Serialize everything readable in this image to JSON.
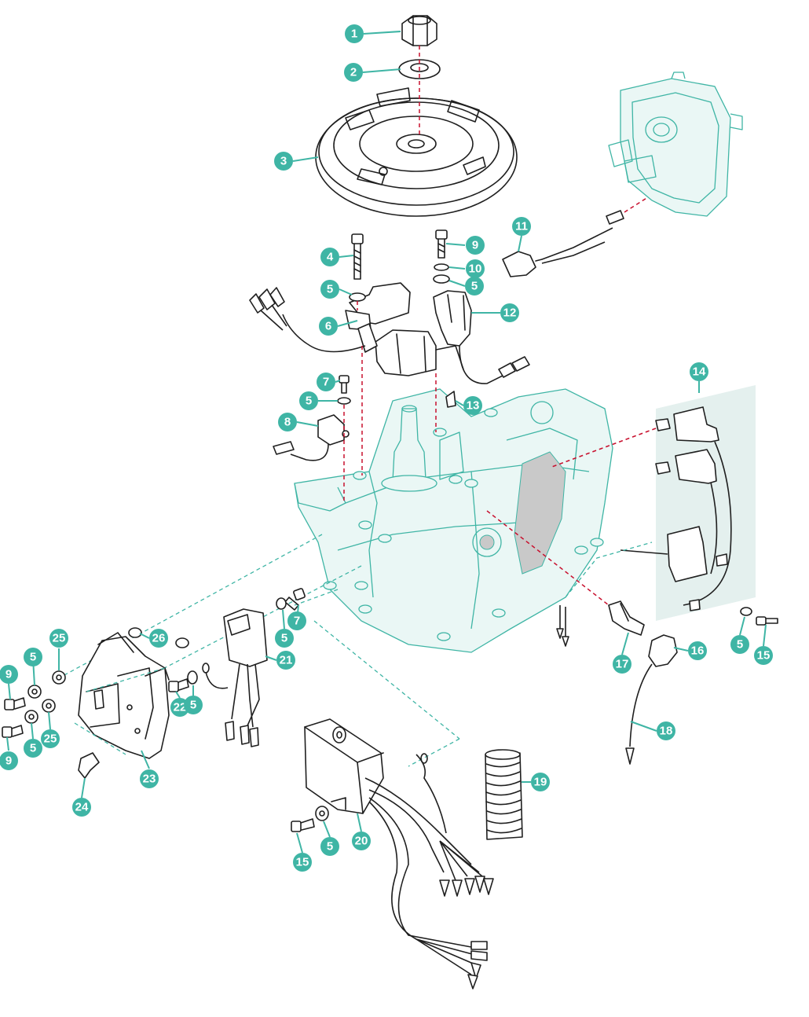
{
  "diagram": {
    "colors": {
      "callout": "#3fb5a5",
      "engine_line": "#3fb5a5",
      "alignment_dash": "#c8102e",
      "panel": "#e4f0ee"
    },
    "callouts": [
      {
        "id": "c1",
        "label": "1"
      },
      {
        "id": "c2",
        "label": "2"
      },
      {
        "id": "c3",
        "label": "3"
      },
      {
        "id": "c4",
        "label": "4"
      },
      {
        "id": "c5a",
        "label": "5"
      },
      {
        "id": "c6",
        "label": "6"
      },
      {
        "id": "c7a",
        "label": "7"
      },
      {
        "id": "c5b",
        "label": "5"
      },
      {
        "id": "c8",
        "label": "8"
      },
      {
        "id": "c9a",
        "label": "9"
      },
      {
        "id": "c10",
        "label": "10"
      },
      {
        "id": "c5c",
        "label": "5"
      },
      {
        "id": "c11",
        "label": "11"
      },
      {
        "id": "c12",
        "label": "12"
      },
      {
        "id": "c13",
        "label": "13"
      },
      {
        "id": "c14",
        "label": "14"
      },
      {
        "id": "c5d",
        "label": "5"
      },
      {
        "id": "c15a",
        "label": "15"
      },
      {
        "id": "c16",
        "label": "16"
      },
      {
        "id": "c17",
        "label": "17"
      },
      {
        "id": "c18",
        "label": "18"
      },
      {
        "id": "c19",
        "label": "19"
      },
      {
        "id": "c20",
        "label": "20"
      },
      {
        "id": "c5e",
        "label": "5"
      },
      {
        "id": "c15b",
        "label": "15"
      },
      {
        "id": "c21",
        "label": "21"
      },
      {
        "id": "c5f",
        "label": "5"
      },
      {
        "id": "c7b",
        "label": "7"
      },
      {
        "id": "c22",
        "label": "22"
      },
      {
        "id": "c5g",
        "label": "5"
      },
      {
        "id": "c26",
        "label": "26"
      },
      {
        "id": "c25a",
        "label": "25"
      },
      {
        "id": "c5h",
        "label": "5"
      },
      {
        "id": "c9b",
        "label": "9"
      },
      {
        "id": "c9c",
        "label": "9"
      },
      {
        "id": "c5i",
        "label": "5"
      },
      {
        "id": "c25b",
        "label": "25"
      },
      {
        "id": "c23",
        "label": "23"
      },
      {
        "id": "c24",
        "label": "24"
      }
    ]
  }
}
